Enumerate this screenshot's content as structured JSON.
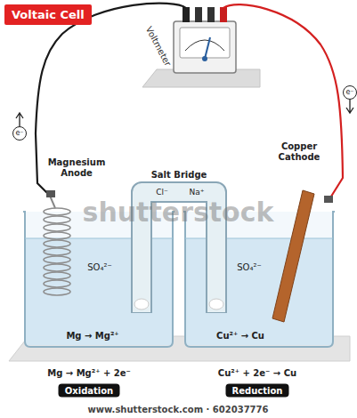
{
  "diagram": {
    "title": "Voltaic Cell",
    "nodes": [
      {
        "text": [
          "e⁻"
        ]
      },
      {
        "text": [
          "e⁻"
        ]
      },
      {
        "text": [
          "Oxidation"
        ]
      },
      {
        "text": [
          "Reduction"
        ]
      }
    ],
    "labels": [
      "Voltmeter",
      "Magnesium Anode",
      "Salt Bridge",
      "Copper Cathode",
      "Cl⁻",
      "Na⁺",
      "SO₄²⁻",
      "SO₄²⁻",
      "Mg → Mg²⁺",
      "Cu²⁺ → Cu",
      "Mg → Mg²⁺ + 2e⁻",
      "Cu²⁺ + 2e⁻ → Cu",
      "shutterstock",
      "www.shutterstock.com · 602037776"
    ]
  }
}
